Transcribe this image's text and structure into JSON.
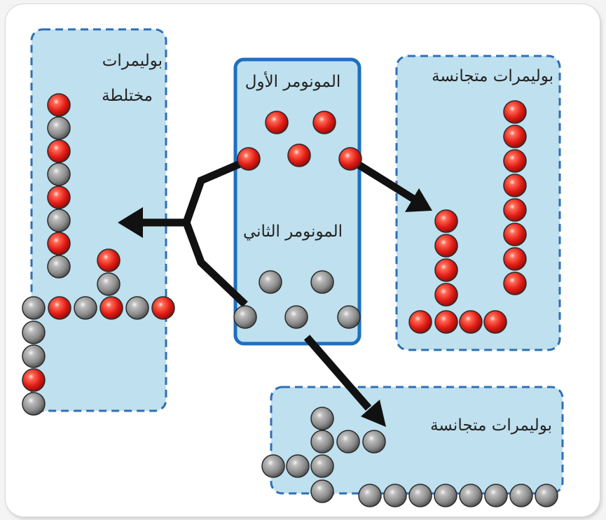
{
  "labels": {
    "first_monomer": "المونومر الأول",
    "second_monomer": "المونومر الثاني",
    "homopolymer_top": "بوليمرات متجانسة",
    "homopolymer_bottom": "بوليمرات متجانسة",
    "mixed_line1": "بوليمرات",
    "mixed_line2": "مختلطة"
  },
  "colors": {
    "panel_fill": "#bfe0ee",
    "panel_border": "#2f6fb3",
    "center_border": "#1f6fbf",
    "monomer_red": "#e8221f",
    "monomer_gray": "#8e8e8e",
    "arrow": "#111111"
  }
}
